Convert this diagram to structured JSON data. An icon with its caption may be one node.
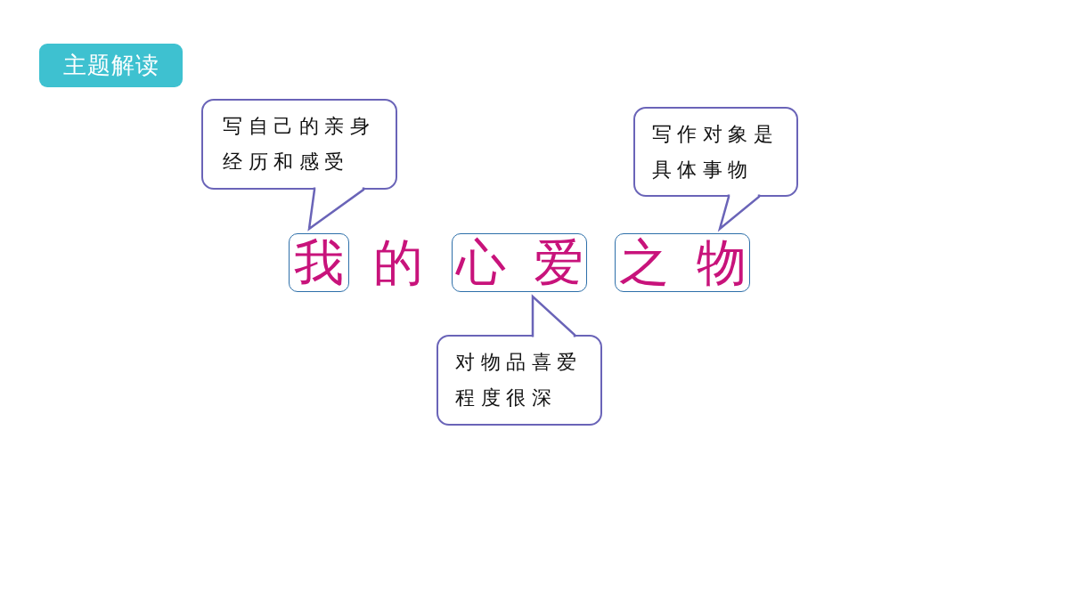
{
  "diagram": {
    "title": "主题解读",
    "nodes": [
      {
        "text": [
          "写自己的亲身经历和感受"
        ]
      },
      {
        "text": [
          "写作对象是具体事物"
        ]
      },
      {
        "text": [
          "我"
        ]
      },
      {
        "text": [
          "心爱"
        ]
      },
      {
        "text": [
          "之物"
        ]
      },
      {
        "text": [
          "对物品喜爱程度很深"
        ]
      }
    ],
    "edges": [
      {
        "from": 0,
        "to": 2,
        "arrow": "none"
      },
      {
        "from": 1,
        "to": 4,
        "arrow": "none"
      },
      {
        "from": 5,
        "to": 3,
        "arrow": "none"
      }
    ],
    "labels": [
      "的"
    ]
  }
}
